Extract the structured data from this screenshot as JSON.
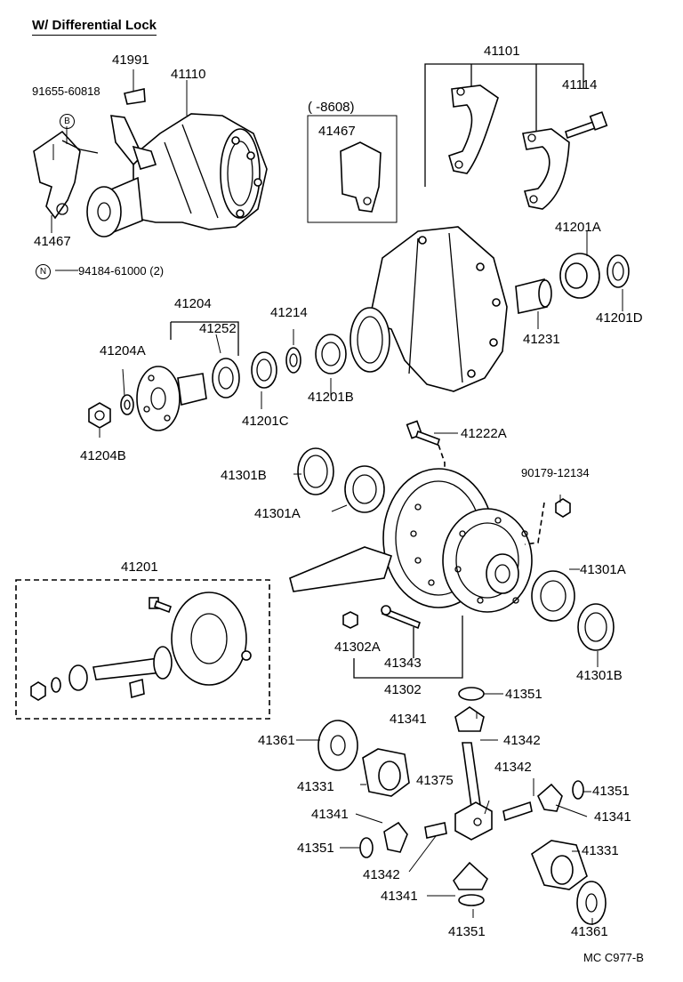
{
  "title": "W/ Differential Lock",
  "code": "MC  C977-B",
  "labels": {
    "p41991": "41991",
    "p41110": "41110",
    "p91655": "91655-60818",
    "markB": "B",
    "p41467a": "41467",
    "markN": "N",
    "p94184": "94184-61000 (2)",
    "p8608": "(     -8608)",
    "p41467b": "41467",
    "p41101": "41101",
    "p41114": "41114",
    "p41201A": "41201A",
    "p41201D": "41201D",
    "p41231": "41231",
    "p41204": "41204",
    "p41252": "41252",
    "p41214": "41214",
    "p41204A": "41204A",
    "p41204B": "41204B",
    "p41201C": "41201C",
    "p41201B": "41201B",
    "p41222A": "41222A",
    "p41301B_a": "41301B",
    "p41301A_a": "41301A",
    "p90179": "90179-12134",
    "p41201": "41201",
    "p41301A_b": "41301A",
    "p41302A": "41302A",
    "p41343": "41343",
    "p41302": "41302",
    "p41301B_b": "41301B",
    "p41351_a": "41351",
    "p41341_a": "41341",
    "p41342_a": "41342",
    "p41361_a": "41361",
    "p41342_b": "41342",
    "p41331_a": "41331",
    "p41375": "41375",
    "p41351_b": "41351",
    "p41341_b": "41341",
    "p41341_c": "41341",
    "p41351_c": "41351",
    "p41331_b": "41331",
    "p41342_c": "41342",
    "p41341_d": "41341",
    "p41351_d": "41351",
    "p41361_b": "41361"
  },
  "icons": [
    "bracket-icon",
    "carrier-housing-icon",
    "bearing-cap-icon",
    "bolt-icon",
    "bearing-icon",
    "oil-seal-icon",
    "companion-flange-icon",
    "nut-icon",
    "spacer-icon",
    "washer-icon",
    "differential-case-icon",
    "ring-gear-icon",
    "drive-pinion-icon",
    "side-gear-icon",
    "pinion-gear-icon",
    "pinion-shaft-icon",
    "spider-block-icon",
    "lock-pin-icon",
    "thrust-washer-icon"
  ]
}
